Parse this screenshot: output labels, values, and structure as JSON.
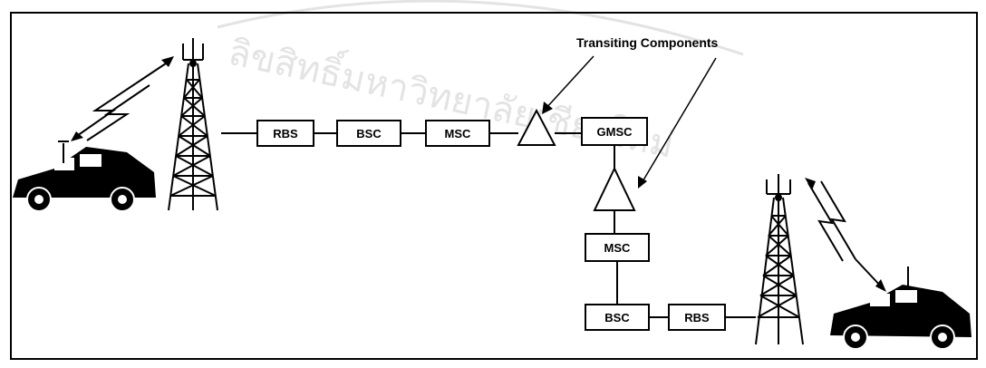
{
  "diagram": {
    "annotation": "Transiting Components",
    "watermark_text": "ลิขสิทธิ์มหาวิทยาลัยเชียงใหม่",
    "nodes": {
      "rbs_left": "RBS",
      "bsc_left": "BSC",
      "msc_left": "MSC",
      "gmsc": "GMSC",
      "msc_right": "MSC",
      "bsc_right": "BSC",
      "rbs_right": "RBS"
    }
  }
}
